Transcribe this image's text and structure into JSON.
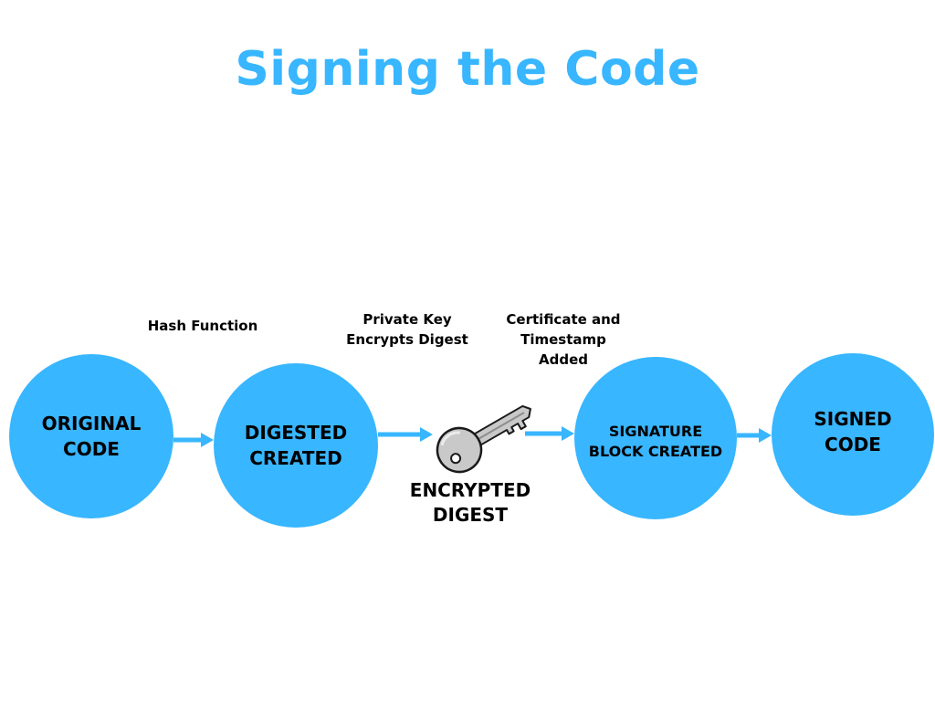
{
  "title": "Signing the Code",
  "nodes": {
    "original_code": "ORIGINAL\nCODE",
    "digested_created": "DIGESTED\nCREATED",
    "encrypted_digest": "ENCRYPTED\nDIGEST",
    "signature_block_created": "SIGNATURE\nBLOCK CREATED",
    "signed_code": "SIGNED\nCODE"
  },
  "steps": {
    "hash_function": "Hash Function",
    "private_key": "Private Key\nEncrypts Digest",
    "certificate": "Certificate and\nTimestamp\nAdded"
  },
  "colors": {
    "accent": "#38b6ff",
    "text": "#000000",
    "key_fill": "#c9c9c9",
    "key_stroke": "#1a1a1a"
  },
  "icons": {
    "key": "key-icon"
  }
}
